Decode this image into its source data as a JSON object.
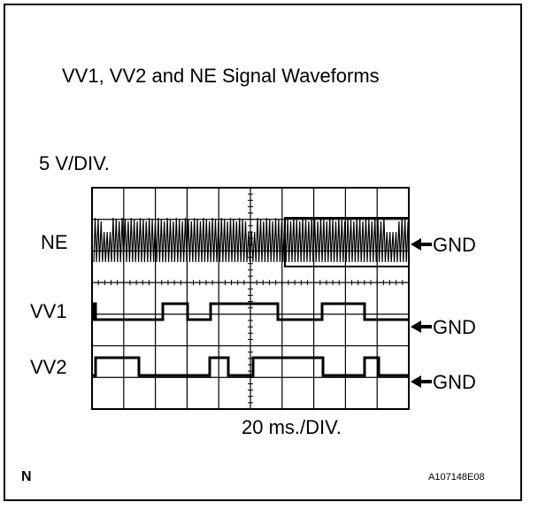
{
  "title": "VV1, VV2 and NE Signal Waveforms",
  "voltage_scale": "5 V/DIV.",
  "time_scale": "20 ms./DIV.",
  "corner_label": "N",
  "figure_code": "A107148E08",
  "channels": [
    {
      "id": "ne",
      "label": "NE",
      "ground_label": "GND"
    },
    {
      "id": "vv1",
      "label": "VV1",
      "ground_label": "GND"
    },
    {
      "id": "vv2",
      "label": "VV2",
      "ground_label": "GND"
    }
  ],
  "grid": {
    "columns": 10,
    "rows": 7
  }
}
